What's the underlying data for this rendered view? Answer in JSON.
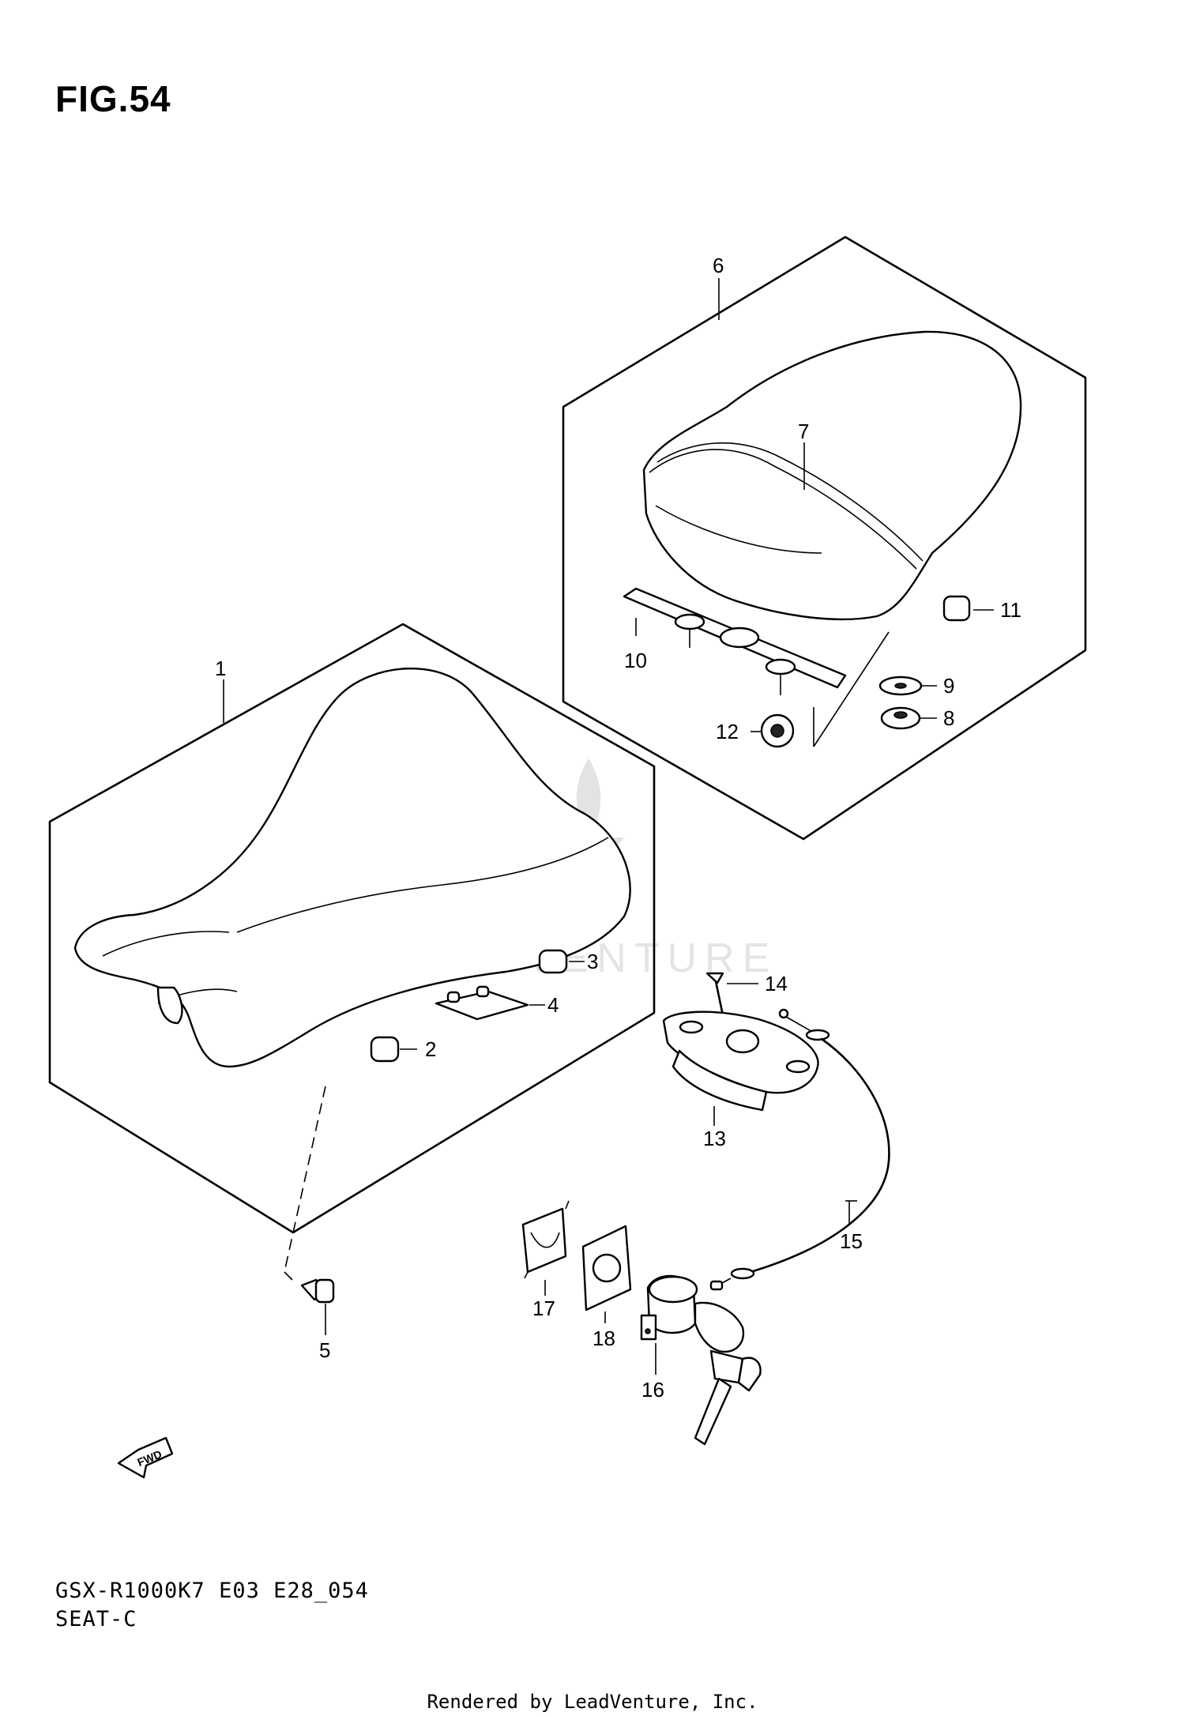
{
  "figure": {
    "title": "FIG.54",
    "model_code": "GSX-R1000K7 E03 E28_054",
    "section_name": "SEAT-C",
    "render_credit": "Rendered by LeadVenture, Inc.",
    "watermark": "LEADVENTURE"
  },
  "callouts": [
    "1",
    "2",
    "3",
    "4",
    "5",
    "6",
    "7",
    "8",
    "9",
    "10",
    "11",
    "12",
    "13",
    "14",
    "15",
    "16",
    "17",
    "18"
  ],
  "icons": {
    "forward_arrow": "fwd-arrow-icon",
    "forward_arrow_text": "FWD"
  }
}
